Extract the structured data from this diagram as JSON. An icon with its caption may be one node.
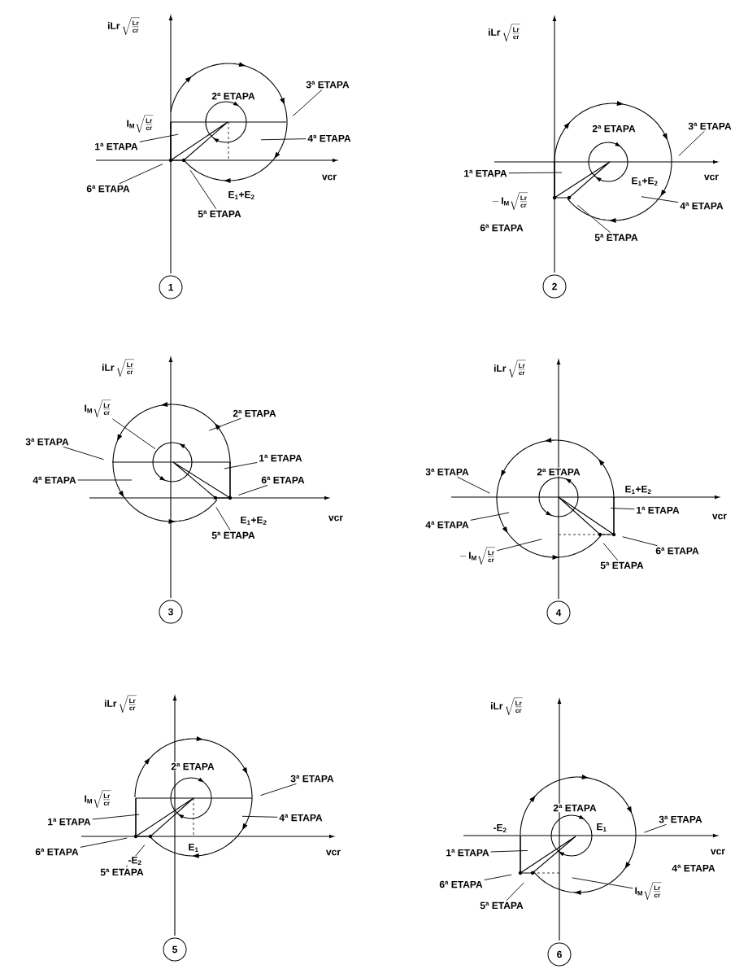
{
  "diagram": {
    "nodes": [
      {
        "text": [
          "3ª ETAPA"
        ]
      },
      {
        "text": [
          "4ª ETAPA"
        ]
      },
      {
        "text": [
          "1ª ETAPA"
        ]
      },
      {
        "text": [
          "6ª ETAPA"
        ]
      },
      {
        "text": [
          "5ª ETAPA"
        ]
      },
      {
        "text": [
          "1"
        ]
      },
      {
        "text": [
          "3ª ETAPA"
        ]
      },
      {
        "text": [
          "1ª ETAPA"
        ]
      },
      {
        "text": [
          "4ª ETAPA"
        ]
      },
      {
        "text": [
          "5ª ETAPA"
        ]
      },
      {
        "text": [
          "2"
        ]
      },
      {
        "text": [
          "\\text{I}_{\\text{M}}\\sqrt{\\frac{\\text{Lr}}{\\text{cr}}}"
        ]
      },
      {
        "text": [
          "2ª ETAPA"
        ]
      },
      {
        "text": [
          "3ª ETAPA"
        ]
      },
      {
        "text": [
          "1ª ETAPA"
        ]
      },
      {
        "text": [
          "4ª ETAPA"
        ]
      },
      {
        "text": [
          "6ª ETAPA"
        ]
      },
      {
        "text": [
          "5ª ETAPA"
        ]
      },
      {
        "text": [
          "3"
        ]
      },
      {
        "text": [
          "3ª ETAPA"
        ]
      },
      {
        "text": [
          "1ª ETAPA"
        ]
      },
      {
        "text": [
          "4ª ETAPA"
        ]
      },
      {
        "text": [
          "6ª ETAPA"
        ]
      },
      {
        "text": [
          "-\\,\\text{I}_{\\text{M}}\\sqrt{\\frac{\\text{Lr}}{\\text{cr}}}"
        ]
      },
      {
        "text": [
          "5ª ETAPA"
        ]
      },
      {
        "text": [
          "4"
        ]
      },
      {
        "text": [
          "3ª ETAPA"
        ]
      },
      {
        "text": [
          "4ª ETAPA"
        ]
      },
      {
        "text": [
          "1ª ETAPA"
        ]
      },
      {
        "text": [
          "6ª ETAPA"
        ]
      },
      {
        "text": [
          "5ª ETAPA"
        ]
      },
      {
        "text": [
          "5"
        ]
      },
      {
        "text": [
          "3ª ETAPA"
        ]
      },
      {
        "text": [
          "1ª ETAPA"
        ]
      },
      {
        "text": [
          "6ª ETAPA"
        ]
      },
      {
        "text": [
          "\\text{I}_{\\text{M}}\\sqrt{\\frac{\\text{Lr}}{\\text{cr}}}"
        ]
      },
      {
        "text": [
          "5ª ETAPA"
        ]
      },
      {
        "text": [
          "6"
        ]
      }
    ],
    "edges": [
      {
        "from": 0,
        "to": null,
        "arrow": "none"
      },
      {
        "from": 1,
        "to": null,
        "arrow": "none"
      },
      {
        "from": 2,
        "to": null,
        "arrow": "none"
      },
      {
        "from": 3,
        "to": null,
        "arrow": "none"
      },
      {
        "from": 4,
        "to": null,
        "arrow": "none"
      },
      {
        "from": 6,
        "to": null,
        "arrow": "none"
      },
      {
        "from": 7,
        "to": null,
        "arrow": "none"
      },
      {
        "from": 8,
        "to": null,
        "arrow": "none"
      },
      {
        "from": 9,
        "to": null,
        "arrow": "none"
      },
      {
        "from": 11,
        "to": null,
        "arrow": "none"
      },
      {
        "from": 12,
        "to": null,
        "arrow": "none"
      },
      {
        "from": 13,
        "to": null,
        "arrow": "none"
      },
      {
        "from": 14,
        "to": null,
        "arrow": "none"
      },
      {
        "from": 15,
        "to": null,
        "arrow": "none"
      },
      {
        "from": 16,
        "to": null,
        "arrow": "none"
      },
      {
        "from": 17,
        "to": null,
        "arrow": "none"
      },
      {
        "from": 19,
        "to": null,
        "arrow": "none"
      },
      {
        "from": 20,
        "to": null,
        "arrow": "none"
      },
      {
        "from": 21,
        "to": null,
        "arrow": "none"
      },
      {
        "from": 22,
        "to": null,
        "arrow": "none"
      },
      {
        "from": 23,
        "to": null,
        "arrow": "none"
      },
      {
        "from": 24,
        "to": null,
        "arrow": "none"
      },
      {
        "from": 26,
        "to": null,
        "arrow": "none"
      },
      {
        "from": 27,
        "to": null,
        "arrow": "none"
      },
      {
        "from": 28,
        "to": null,
        "arrow": "none"
      },
      {
        "from": 29,
        "to": null,
        "arrow": "none"
      },
      {
        "from": 30,
        "to": null,
        "arrow": "none"
      },
      {
        "from": 32,
        "to": null,
        "arrow": "none"
      },
      {
        "from": 33,
        "to": null,
        "arrow": "none"
      },
      {
        "from": 34,
        "to": null,
        "arrow": "none"
      },
      {
        "from": 35,
        "to": null,
        "arrow": "none"
      },
      {
        "from": 36,
        "to": null,
        "arrow": "none"
      }
    ],
    "labels": [
      "\\text{iLr}\\,\\sqrt{\\frac{\\text{Lr}}{\\text{cr}}}",
      "2ª ETAPA",
      "\\text{I}_{\\text{M}}\\sqrt{\\frac{\\text{Lr}}{\\text{cr}}}",
      "vcr",
      "E$_{1}$+E$_{2}$",
      "\\text{iLr}\\,\\sqrt{\\frac{\\text{Lr}}{\\text{cr}}}",
      "2ª ETAPA",
      "vcr",
      "E$_{1}$+E$_{2}$",
      "-\\,\\text{I}_{\\text{M}}\\sqrt{\\frac{\\text{Lr}}{\\text{cr}}}",
      "6ª ETAPA",
      "\\text{iLr}\\,\\sqrt{\\frac{\\text{Lr}}{\\text{cr}}}",
      "E$_{1}$+E$_{2}$",
      "vcr",
      "\\text{iLr}\\,\\sqrt{\\frac{\\text{Lr}}{\\text{cr}}}",
      "2ª ETAPA",
      "E$_{1}$+E$_{2}$",
      "vcr",
      "\\text{iLr}\\,\\sqrt{\\frac{\\text{Lr}}{\\text{cr}}}",
      "2ª ETAPA",
      "\\text{I}_{\\text{M}}\\sqrt{\\frac{\\text{Lr}}{\\text{cr}}}",
      "-E$_{2}$",
      "E$_{1}$",
      "vcr",
      "\\text{iLr}\\,\\sqrt{\\frac{\\text{Lr}}{\\text{cr}}}",
      "2ª ETAPA",
      "E$_{1}$",
      "-E$_{2}$",
      "vcr",
      "4ª ETAPA"
    ]
  }
}
